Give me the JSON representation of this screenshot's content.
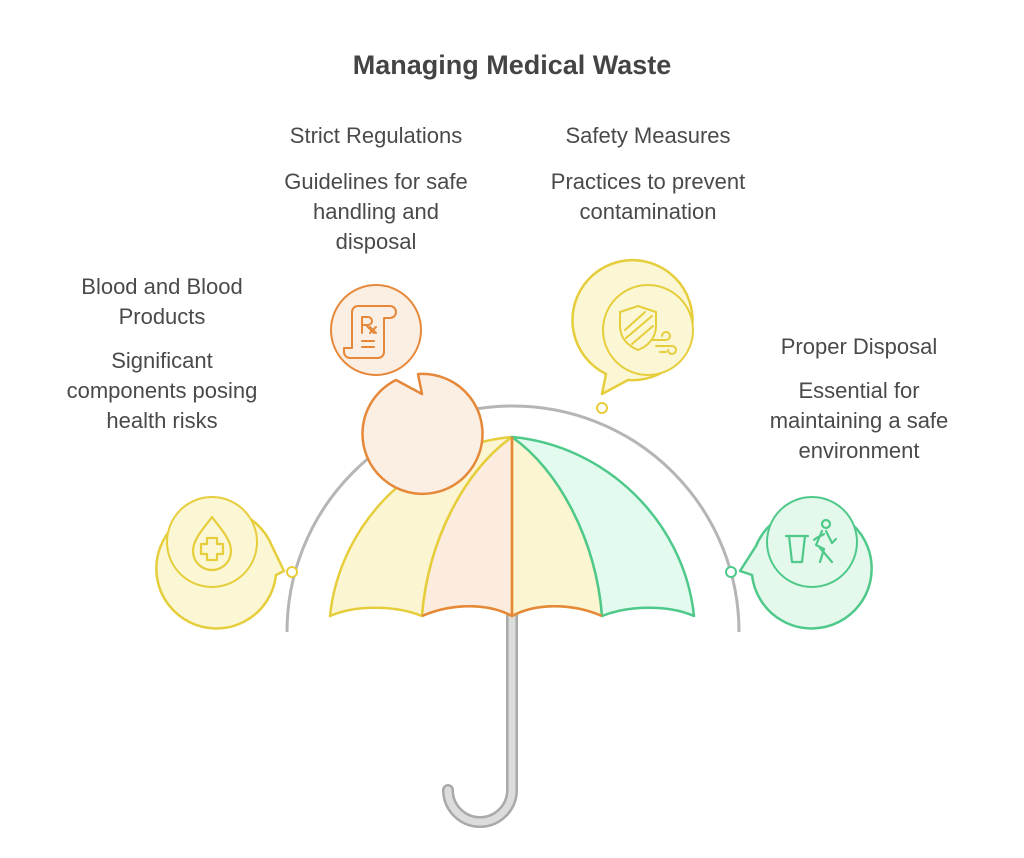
{
  "title": "Managing Medical Waste",
  "items": [
    {
      "heading": "Blood and Blood Products",
      "description": "Significant components posing health risks",
      "icon": "blood-drop-icon",
      "color": "#e6cd3c",
      "fill": "#fbf7d4"
    },
    {
      "heading": "Strict Regulations",
      "description": "Guidelines for safe handling and disposal",
      "icon": "prescription-scroll-icon",
      "color": "#e5883a",
      "fill": "#fbeee2"
    },
    {
      "heading": "Safety Measures",
      "description": "Practices to prevent contamination",
      "icon": "shield-wind-icon",
      "color": "#e6cd3c",
      "fill": "#fbf7d4"
    },
    {
      "heading": "Proper Disposal",
      "description": "Essential for maintaining a safe environment",
      "icon": "trash-disposal-icon",
      "color": "#4ec98a",
      "fill": "#e4f8ec"
    }
  ],
  "colors": {
    "umbrella_panel_yellow": "#fcf5d2",
    "umbrella_panel_orange": "#fcece0",
    "umbrella_panel_green": "#e3fbee",
    "arc_gray": "#b5b5b5",
    "handle_gray": "#d6d6d6"
  }
}
